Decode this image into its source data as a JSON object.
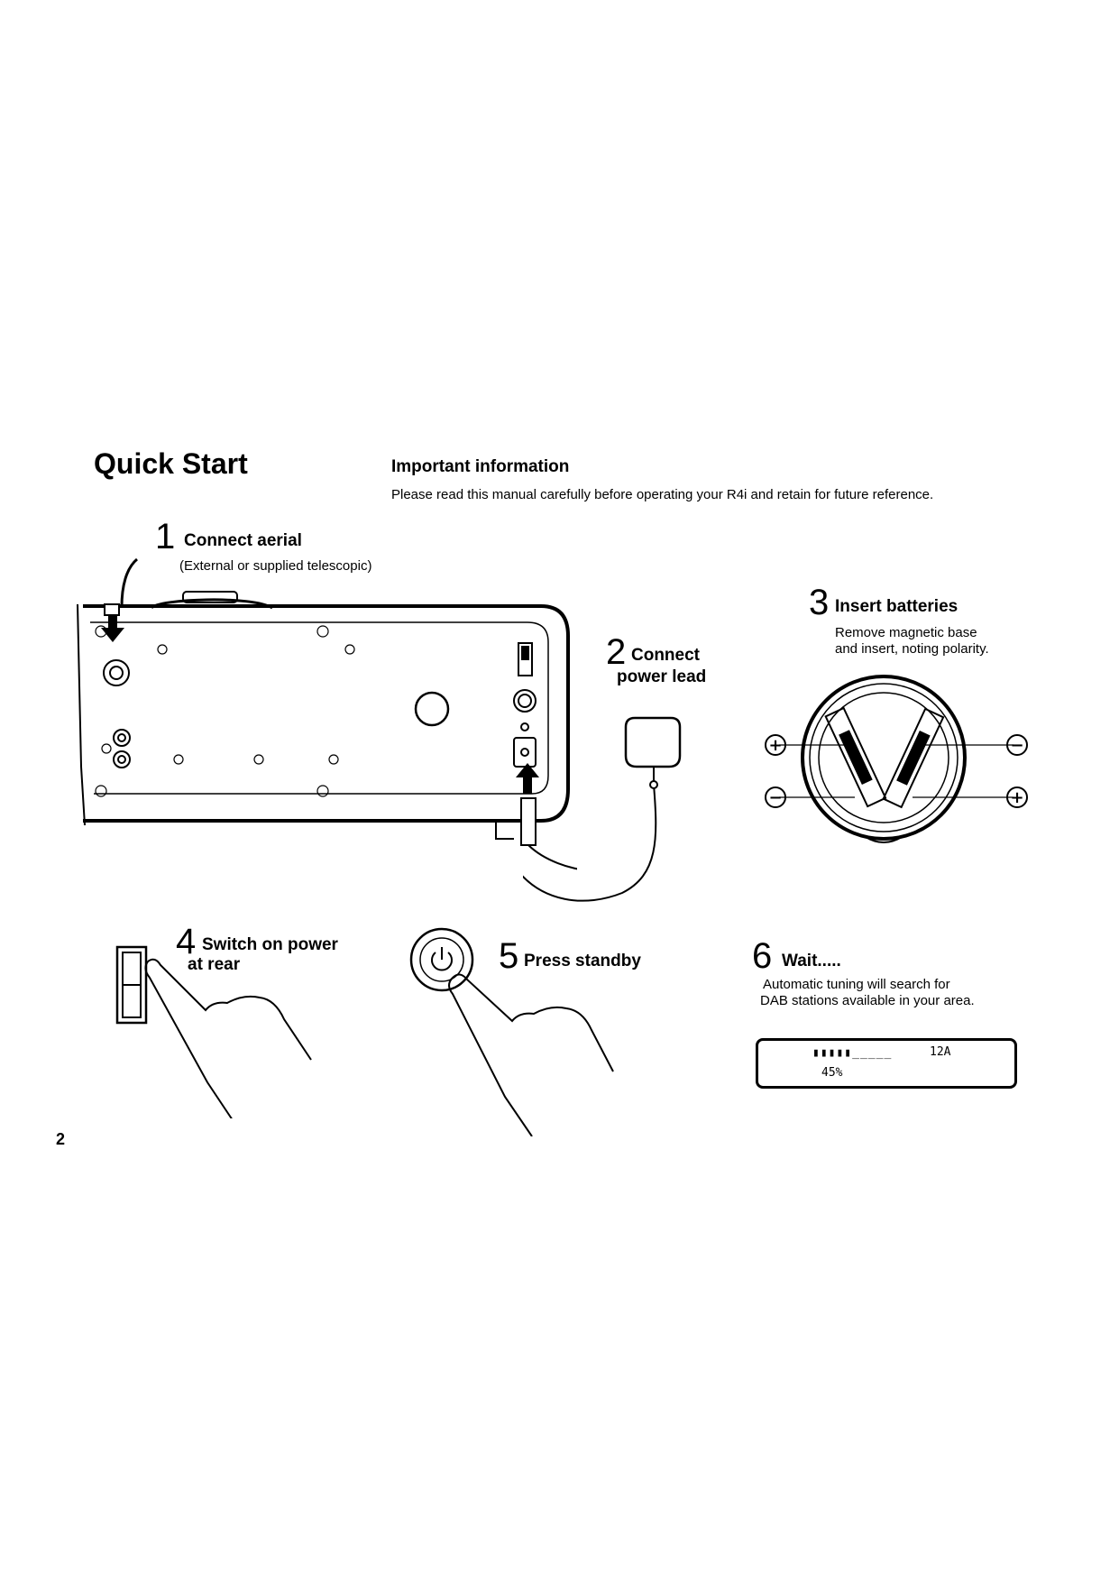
{
  "header": {
    "title": "Quick Start",
    "info_heading": "Important information",
    "info_text": "Please read this manual carefully before operating your R4i and retain for future reference."
  },
  "steps": [
    {
      "number": "1",
      "heading": "Connect aerial",
      "sub": "(External or supplied telescopic)"
    },
    {
      "number": "2",
      "heading_line1": "Connect",
      "heading_line2": "power lead"
    },
    {
      "number": "3",
      "heading": "Insert batteries",
      "sub_line1": "Remove magnetic base",
      "sub_line2": "and insert, noting polarity."
    },
    {
      "number": "4",
      "heading_line1": "Switch on power",
      "heading_line2": "at rear"
    },
    {
      "number": "5",
      "heading": "Press standby"
    },
    {
      "number": "6",
      "heading": "Wait.....",
      "sub_line1": "Automatic tuning will search for",
      "sub_line2": "DAB stations available in your area."
    }
  ],
  "display": {
    "bar": "▮▮▮▮▮_____",
    "channel": "12A",
    "percent": "45%",
    "progress_fraction": 0.45
  },
  "page_number": "2"
}
